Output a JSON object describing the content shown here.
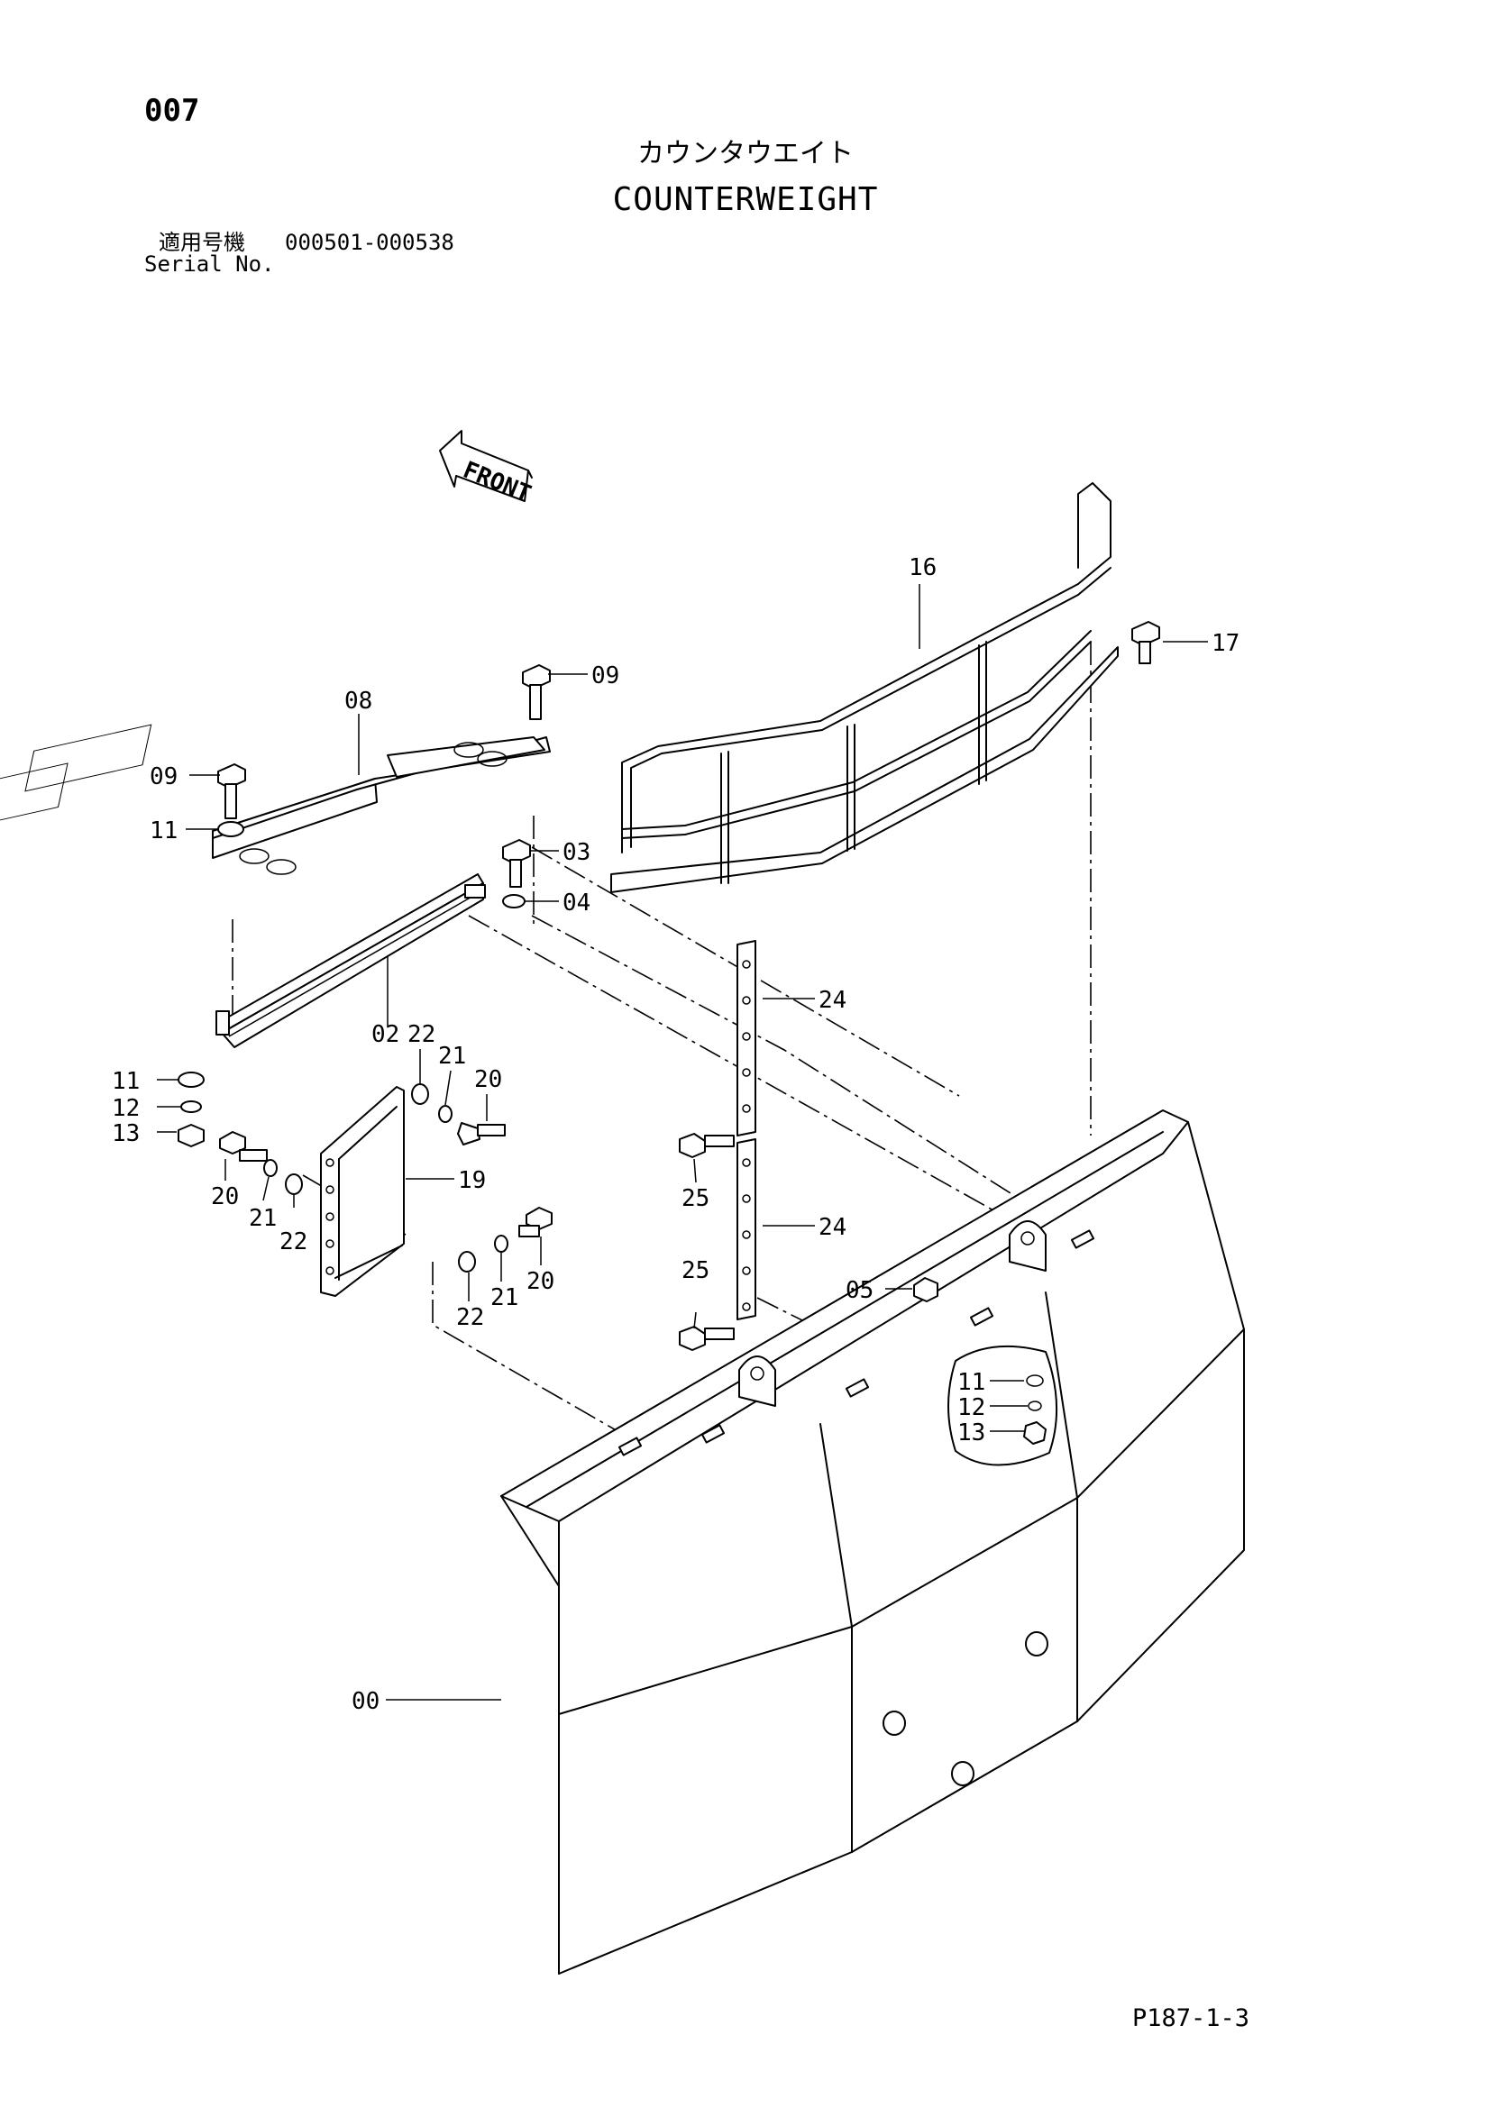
{
  "page_number": "007",
  "title_jp": "カウンタウエイト",
  "title_en": "COUNTERWEIGHT",
  "serial": {
    "label_jp": "適用号機",
    "range": "000501-000538",
    "label_en": "Serial No."
  },
  "front_label": "FRONT",
  "footer_code": "P187-1-3",
  "callouts": {
    "c16": "16",
    "c17": "17",
    "c09a": "09",
    "c08": "08",
    "c09b": "09",
    "c11a": "11",
    "c03": "03",
    "c04": "04",
    "c24a": "24",
    "c02": "02",
    "c22a": "22",
    "c21a": "21",
    "c20a": "20",
    "c11b": "11",
    "c12a": "12",
    "c13a": "13",
    "c19": "19",
    "c25a": "25",
    "c24b": "24",
    "c20b": "20",
    "c21b": "21",
    "c22b": "22",
    "c20c": "20",
    "c21c": "21",
    "c22c": "22",
    "c25b": "25",
    "c05": "05",
    "c11c": "11",
    "c12b": "12",
    "c13b": "13",
    "c00": "00"
  }
}
